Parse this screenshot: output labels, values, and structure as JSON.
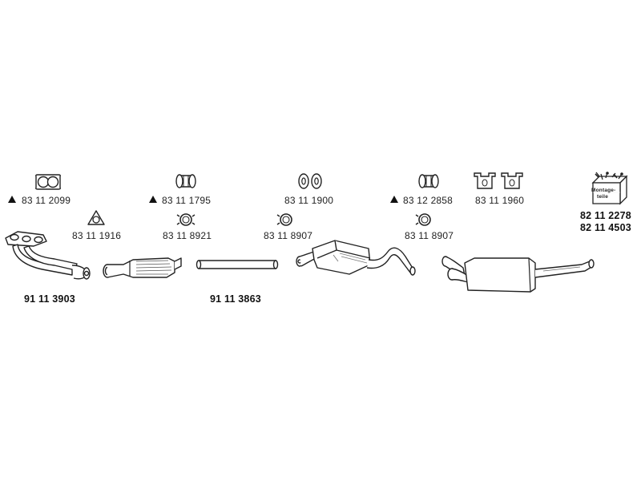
{
  "parts": {
    "gasket_front": "83 11 2099",
    "clamp_1": "83 11 1795",
    "rubber_mounts": "83 11 1900",
    "clamp_2": "83 12 2858",
    "hangers": "83 11 1960",
    "seal_ring": "83 11 1916",
    "clamp_small_1": "83 11 8921",
    "clamp_small_2": "83 11 8907",
    "clamp_small_3": "83 11 8907",
    "front_pipe": "91 11 3903",
    "middle_pipe": "91 11 3863",
    "kit_1": "82 11 2278",
    "kit_2": "82 11 4503",
    "kit_box_text_1": "Montage-",
    "kit_box_text_2": "teile"
  },
  "icons": {
    "triangle": "warning-triangle-icon"
  }
}
